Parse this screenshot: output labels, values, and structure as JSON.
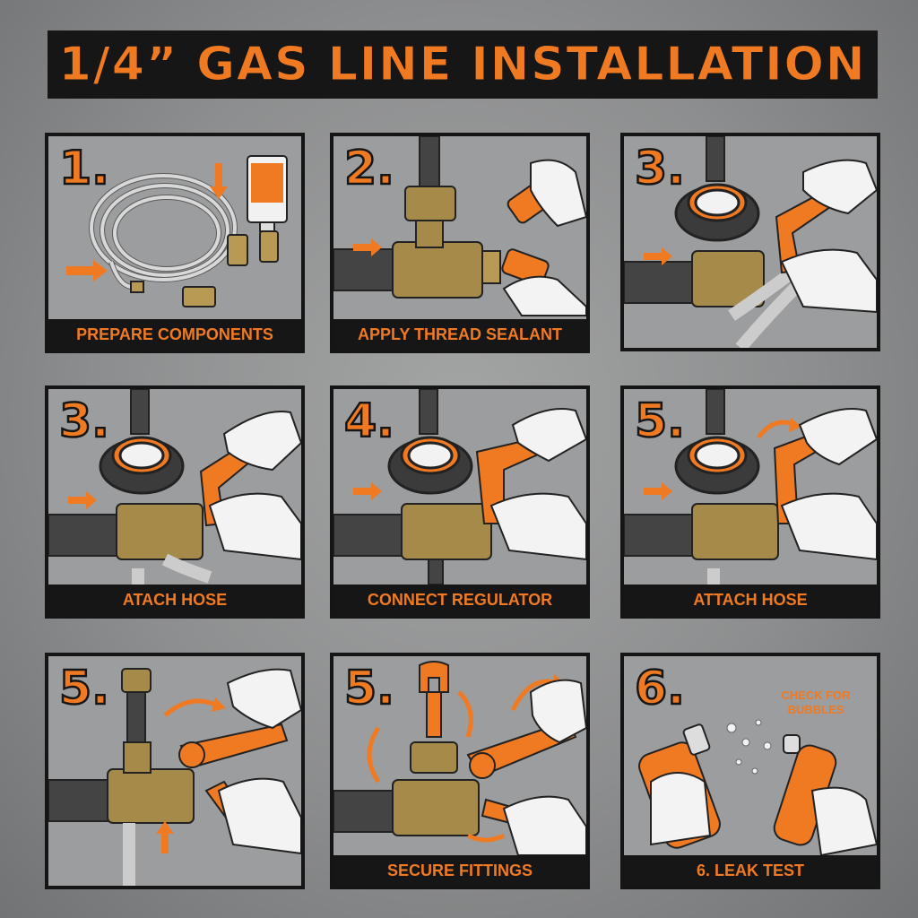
{
  "title": "1/4” GAS LINE INSTALLATION",
  "colors": {
    "accent": "#f07a22",
    "dark": "#161616",
    "background": "#909192",
    "brass": "#a58a4a"
  },
  "panels": [
    {
      "number": "1.",
      "caption": "PREPARE COMPONENTS",
      "icons": [
        "coiled-hose",
        "sealant-tube",
        "brass-fitting",
        "arrow"
      ]
    },
    {
      "number": "2.",
      "caption": "APPLY THREAD SEALANT",
      "icons": [
        "pipe",
        "brass-tee",
        "sealant-bottle",
        "gloved-hand"
      ]
    },
    {
      "number": "3.",
      "caption": "",
      "icons": [
        "pressure-gauge",
        "wrench",
        "gloved-hand",
        "braided-hose"
      ]
    },
    {
      "number": "3.",
      "caption": "ATACH HOSE",
      "icons": [
        "pressure-gauge",
        "wrench",
        "gloved-hand",
        "braided-hose"
      ]
    },
    {
      "number": "4.",
      "caption": "CONNECT REGULATOR",
      "icons": [
        "pressure-gauge",
        "wrench",
        "gloved-hand"
      ]
    },
    {
      "number": "5.",
      "caption": "ATTACH HOSE",
      "icons": [
        "pressure-gauge",
        "wrench",
        "gloved-hand",
        "rotation-arrow"
      ]
    },
    {
      "number": "5.",
      "caption": "",
      "icons": [
        "brass-tee",
        "adjustable-wrench",
        "gloved-hand",
        "rotation-arrow"
      ]
    },
    {
      "number": "5.",
      "caption": "SECURE FITTINGS",
      "icons": [
        "wrench",
        "adjustable-wrench",
        "gloved-hand",
        "rotation-arrow"
      ]
    },
    {
      "number": "6.",
      "caption": "6. LEAK TEST",
      "note": "CHECK FOR BUBBLES",
      "icons": [
        "spray-bottle",
        "bubbles",
        "gloved-hand"
      ]
    }
  ]
}
